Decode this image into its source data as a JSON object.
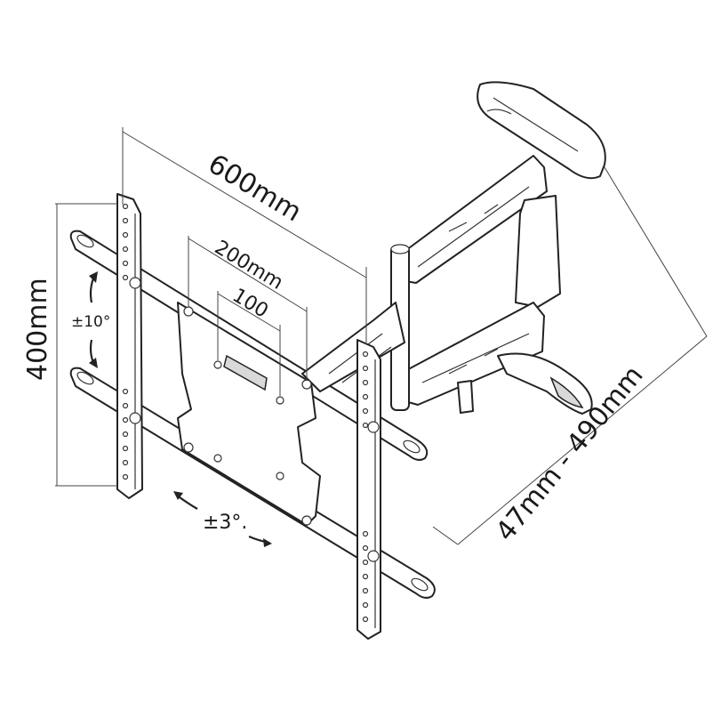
{
  "diagram": {
    "dimensions": {
      "width_label": "600mm",
      "height_label": "400mm",
      "vesa_mid_label": "200mm",
      "vesa_small_label": "100",
      "depth_label": "47mm - 490mm"
    },
    "adjustments": {
      "tilt_label": "±10°",
      "rotation_label": "±3°."
    },
    "colors": {
      "line": "#222222",
      "background": "#ffffff",
      "shade": "#d9d9d9"
    }
  }
}
